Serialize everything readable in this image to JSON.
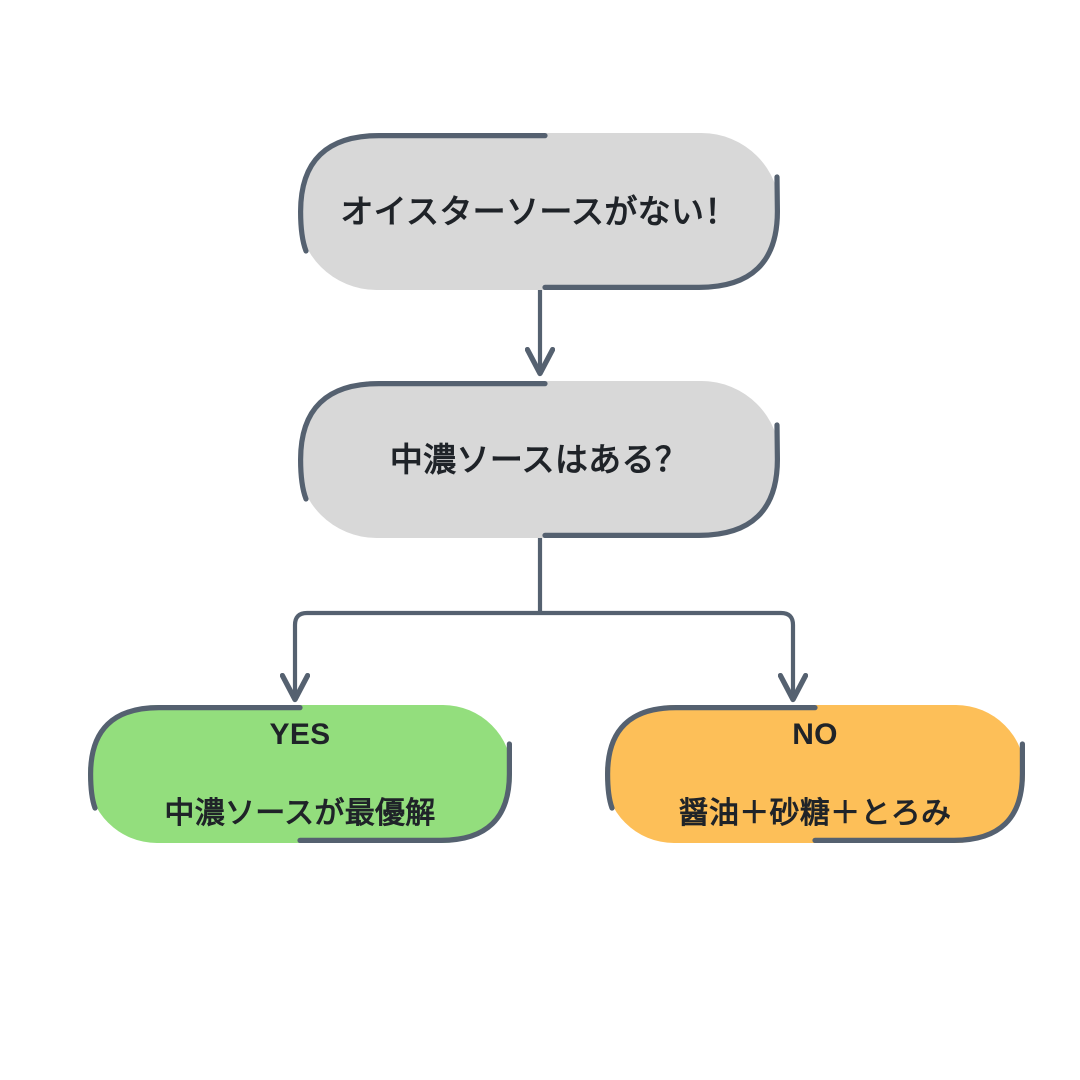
{
  "diagram": {
    "type": "flowchart",
    "orientation": "top-down",
    "background_color": "#ffffff",
    "stroke_color": "#556170",
    "text_color": "#1f2328",
    "nodes": [
      {
        "id": "problem",
        "shape": "rounded-pill",
        "fill": "#d8d8d8",
        "label": "オイスターソースがない！"
      },
      {
        "id": "question",
        "shape": "rounded-pill",
        "fill": "#d8d8d8",
        "label": "中濃ソースはある？"
      },
      {
        "id": "yes",
        "shape": "rounded-pill",
        "fill": "#93de7d",
        "branch_label": "YES",
        "label": "中濃ソースが最優解"
      },
      {
        "id": "no",
        "shape": "rounded-pill",
        "fill": "#fdbf58",
        "branch_label": "NO",
        "label": "醤油＋砂糖＋とろみ"
      }
    ],
    "edges": [
      {
        "id": "problem-to-question",
        "from": "problem",
        "to": "question",
        "style": "straight-arrow"
      },
      {
        "id": "question-to-yes",
        "from": "question",
        "to": "yes",
        "style": "elbow-arrow"
      },
      {
        "id": "question-to-no",
        "from": "question",
        "to": "no",
        "style": "elbow-arrow"
      }
    ]
  }
}
